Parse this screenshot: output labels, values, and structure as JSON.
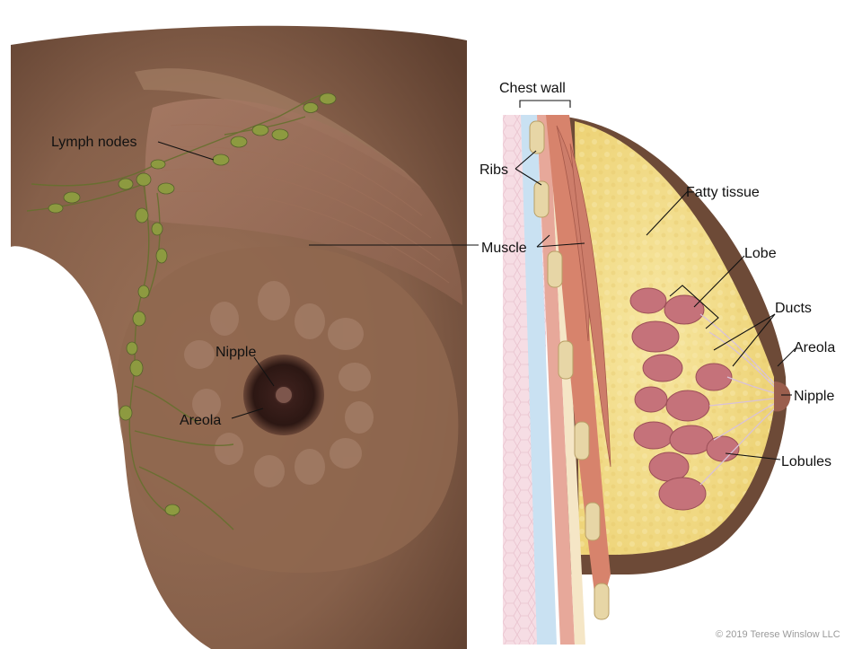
{
  "labels": {
    "lymph_nodes": "Lymph nodes",
    "nipple_front": "Nipple",
    "areola_front": "Areola",
    "chest_wall": "Chest wall",
    "ribs": "Ribs",
    "muscle": "Muscle",
    "fatty_tissue": "Fatty tissue",
    "lobe": "Lobe",
    "ducts": "Ducts",
    "areola_side": "Areola",
    "nipple_side": "Nipple",
    "lobules": "Lobules"
  },
  "copyright": "© 2019 Terese Winslow LLC",
  "colors": {
    "skin": "#8a6249",
    "skin_dark": "#6f4b37",
    "areola": "#3b211d",
    "fat": "#f2dc86",
    "muscle": "#c97a67",
    "lobule": "#c5727a",
    "lymph": "#7f8f3b",
    "rib_bone": "#e7d6a6",
    "chest_pink": "#f6dde4"
  }
}
